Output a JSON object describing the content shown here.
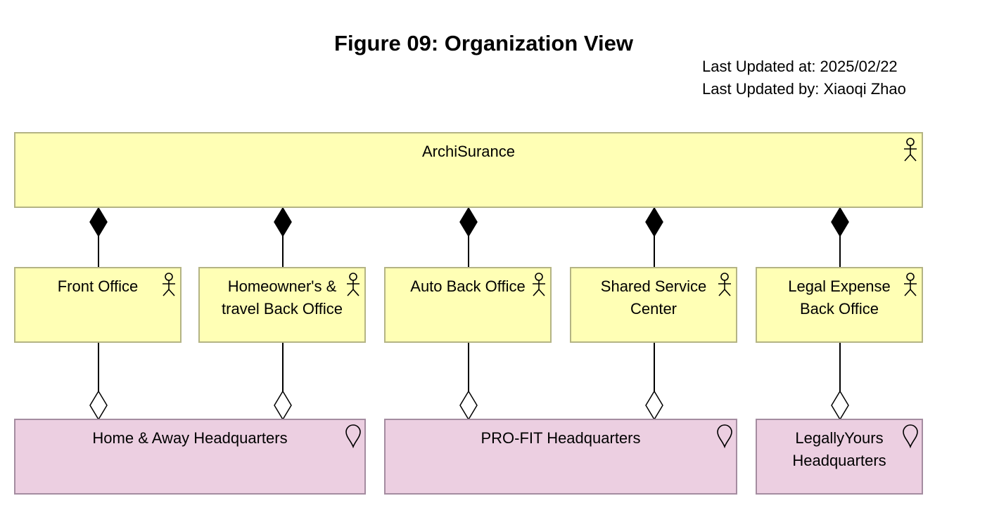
{
  "title": "Figure 09: Organization View",
  "meta": {
    "updated_at": "Last Updated at: 2025/02/22",
    "updated_by": "Last Updated by: Xiaoqi Zhao"
  },
  "root": {
    "label": "ArchiSurance",
    "icon": "actor-icon"
  },
  "departments": [
    {
      "label": "Front Office",
      "icon": "actor-icon"
    },
    {
      "label": "Homeowner's & travel Back Office",
      "icon": "actor-icon"
    },
    {
      "label": "Auto Back Office",
      "icon": "actor-icon"
    },
    {
      "label": "Shared Service Center",
      "icon": "actor-icon"
    },
    {
      "label": "Legal Expense Back Office",
      "icon": "actor-icon"
    }
  ],
  "locations": [
    {
      "label": "Home & Away Headquarters",
      "icon": "location-pin-icon"
    },
    {
      "label": "PRO-FIT Headquarters",
      "icon": "location-pin-icon"
    },
    {
      "label": "LegallyYours Headquarters",
      "icon": "location-pin-icon"
    }
  ],
  "colors": {
    "actor_fill": "#ffffb5",
    "actor_border": "#b4b484",
    "location_fill": "#eccfe1",
    "location_border": "#a48ca0"
  }
}
